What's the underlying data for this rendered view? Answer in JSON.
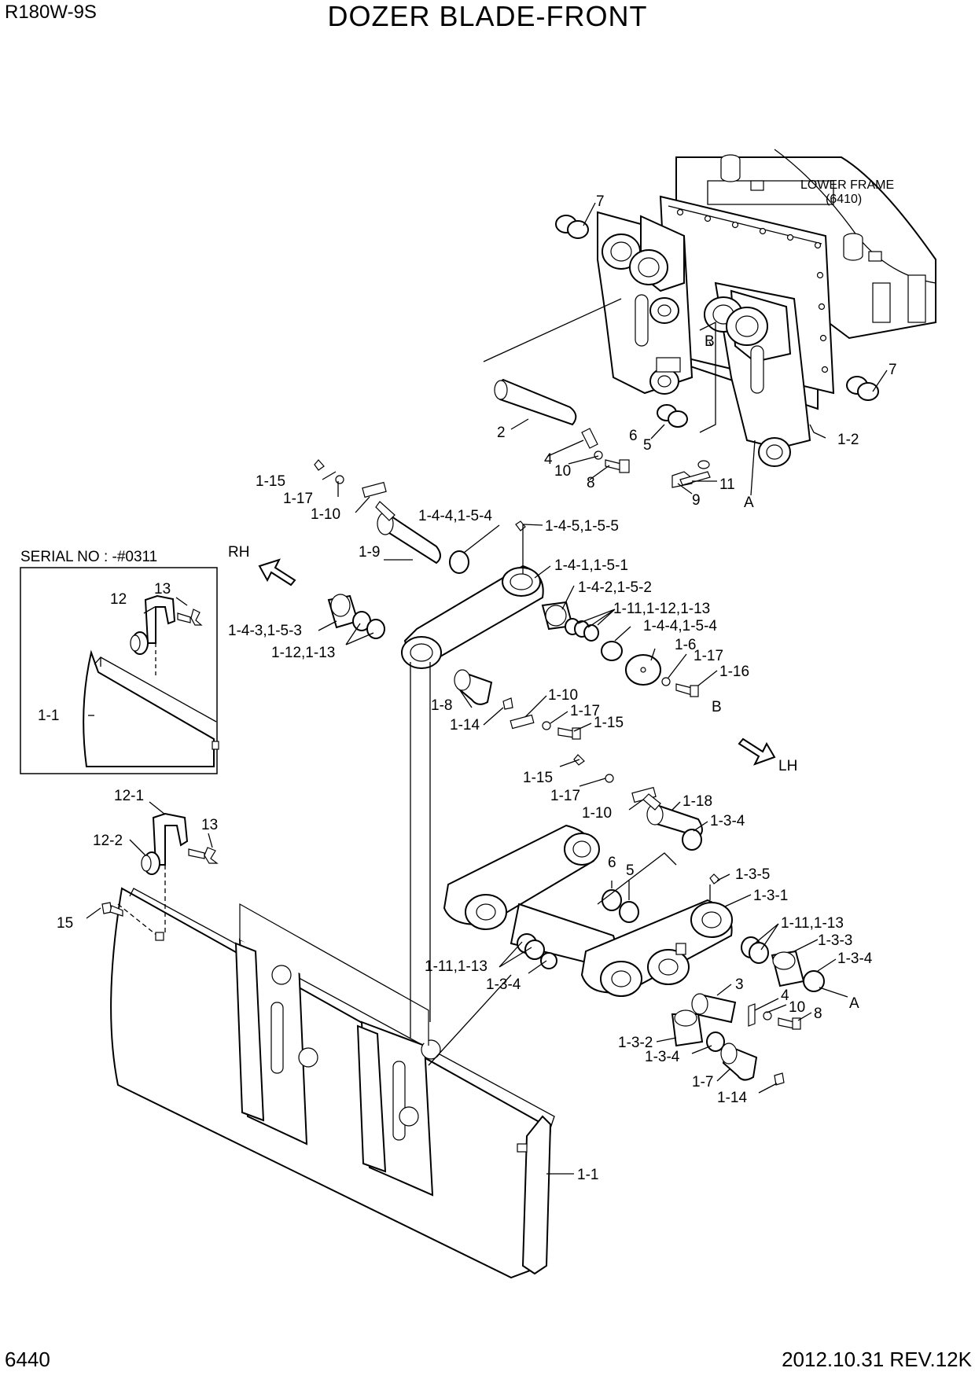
{
  "header": {
    "model": "R180W-9S",
    "title": "DOZER BLADE-FRONT"
  },
  "footer": {
    "page": "6440",
    "revision": "2012.10.31  REV.12K"
  },
  "inset": {
    "caption": "SERIAL NO : -#0311"
  },
  "refs": {
    "lower_frame": "LOWER FRAME",
    "lower_frame_no": "(6410)",
    "rh": "RH",
    "lh": "LH"
  },
  "callouts": [
    {
      "id": "c01",
      "text": "7"
    },
    {
      "id": "c02",
      "text": "7"
    },
    {
      "id": "c03",
      "text": "B"
    },
    {
      "id": "c04",
      "text": "2"
    },
    {
      "id": "c05",
      "text": "6"
    },
    {
      "id": "c06",
      "text": "5"
    },
    {
      "id": "c07",
      "text": "1-2"
    },
    {
      "id": "c08",
      "text": "4"
    },
    {
      "id": "c09",
      "text": "10"
    },
    {
      "id": "c10",
      "text": "8"
    },
    {
      "id": "c11",
      "text": "11"
    },
    {
      "id": "c12",
      "text": "9"
    },
    {
      "id": "c13",
      "text": "A"
    },
    {
      "id": "c14",
      "text": "1-15"
    },
    {
      "id": "c15",
      "text": "1-17"
    },
    {
      "id": "c16",
      "text": "1-10"
    },
    {
      "id": "c17",
      "text": "1-4-4,1-5-4"
    },
    {
      "id": "c18",
      "text": "1-4-5,1-5-5"
    },
    {
      "id": "c19",
      "text": "1-9"
    },
    {
      "id": "c20",
      "text": "1-4-1,1-5-1"
    },
    {
      "id": "c21",
      "text": "1-4-2,1-5-2"
    },
    {
      "id": "c22",
      "text": "1-11,1-12,1-13"
    },
    {
      "id": "c23",
      "text": "1-4-3,1-5-3"
    },
    {
      "id": "c24",
      "text": "1-12,1-13"
    },
    {
      "id": "c25",
      "text": "1-4-4,1-5-4"
    },
    {
      "id": "c26",
      "text": "1-6"
    },
    {
      "id": "c27",
      "text": "1-17"
    },
    {
      "id": "c28",
      "text": "1-16"
    },
    {
      "id": "c29",
      "text": "B"
    },
    {
      "id": "c30",
      "text": "1-10"
    },
    {
      "id": "c31",
      "text": "1-17"
    },
    {
      "id": "c32",
      "text": "1-8"
    },
    {
      "id": "c33",
      "text": "1-15"
    },
    {
      "id": "c34",
      "text": "1-14"
    },
    {
      "id": "c35",
      "text": "12"
    },
    {
      "id": "c36",
      "text": "13"
    },
    {
      "id": "c37",
      "text": "1-1"
    },
    {
      "id": "c38",
      "text": "1-15"
    },
    {
      "id": "c39",
      "text": "1-17"
    },
    {
      "id": "c40",
      "text": "1-18"
    },
    {
      "id": "c41",
      "text": "1-10"
    },
    {
      "id": "c42",
      "text": "1-3-4"
    },
    {
      "id": "c43",
      "text": "12-1"
    },
    {
      "id": "c44",
      "text": "13"
    },
    {
      "id": "c45",
      "text": "12-2"
    },
    {
      "id": "c46",
      "text": "6"
    },
    {
      "id": "c47",
      "text": "5"
    },
    {
      "id": "c48",
      "text": "1-3-5"
    },
    {
      "id": "c49",
      "text": "1-3-1"
    },
    {
      "id": "c50",
      "text": "15"
    },
    {
      "id": "c51",
      "text": "1-11,1-13"
    },
    {
      "id": "c52",
      "text": "1-3-3"
    },
    {
      "id": "c53",
      "text": "1-11,1-13"
    },
    {
      "id": "c54",
      "text": "1-3-4"
    },
    {
      "id": "c55",
      "text": "1-3-4"
    },
    {
      "id": "c56",
      "text": "3"
    },
    {
      "id": "c57",
      "text": "4"
    },
    {
      "id": "c58",
      "text": "10"
    },
    {
      "id": "c59",
      "text": "A"
    },
    {
      "id": "c60",
      "text": "8"
    },
    {
      "id": "c61",
      "text": "1-3-2"
    },
    {
      "id": "c62",
      "text": "1-3-4"
    },
    {
      "id": "c63",
      "text": "1-7"
    },
    {
      "id": "c64",
      "text": "1-14"
    },
    {
      "id": "c65",
      "text": "1-1"
    }
  ]
}
